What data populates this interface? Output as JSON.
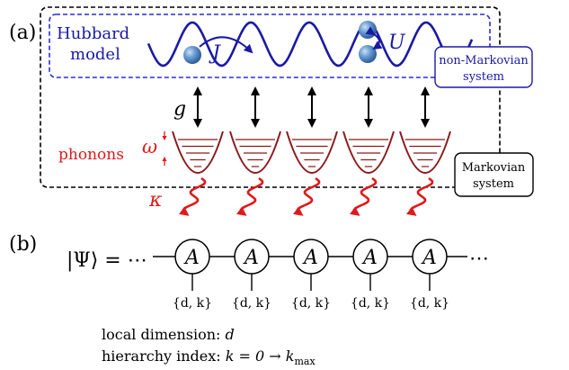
{
  "panel_a": {
    "label": "(a)",
    "hubbard_label_line1": "Hubbard",
    "hubbard_label_line2": "model",
    "hopping_symbol": "J",
    "interaction_symbol": "U",
    "non_markovian_line1": "non-Markovian",
    "non_markovian_line2": "system",
    "coupling_symbol": "g",
    "phonons_label": "phonons",
    "omega_symbol": "ω",
    "kappa_symbol": "κ",
    "markovian_line1": "Markovian",
    "markovian_line2": "system"
  },
  "panel_b": {
    "label": "(b)",
    "psi_symbol": "|Ψ⟩ = ⋯",
    "trailing_dots": "⋯",
    "tensor_label": "A",
    "index_label": "{d, k}",
    "legend_line1_prefix": "local dimension: ",
    "legend_line1_symbol": "d",
    "legend_line2_prefix": "hierarchy index: ",
    "legend_line2_symbol": "k = 0 → k",
    "legend_line2_subscript": "max"
  },
  "colors": {
    "hubbard_blue": "#1a1aa6",
    "phonon_red": "#8b1a1a",
    "label_red": "#e0191b",
    "ball_blue": "#4f86c6",
    "black": "#000000"
  }
}
